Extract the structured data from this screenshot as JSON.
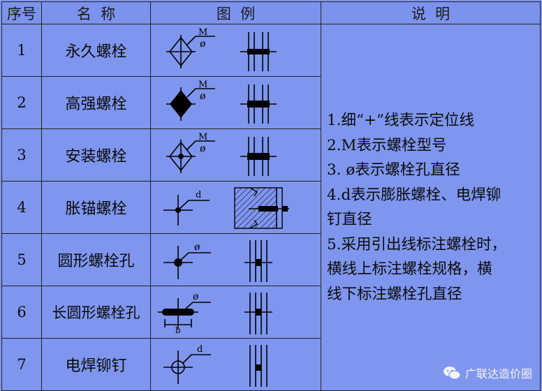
{
  "headers": {
    "seq": "序号",
    "name": "名  称",
    "figure": "图  例",
    "note": "说  明"
  },
  "rows": [
    {
      "seq": "1",
      "name": "永久螺栓",
      "label": "M",
      "sub": "ø"
    },
    {
      "seq": "2",
      "name": "高强螺栓",
      "label": "M",
      "sub": "ø"
    },
    {
      "seq": "3",
      "name": "安装螺栓",
      "label": "M",
      "sub": "ø"
    },
    {
      "seq": "4",
      "name": "胀锚螺栓",
      "label": "d"
    },
    {
      "seq": "5",
      "name": "圆形螺栓孔",
      "label": "ø"
    },
    {
      "seq": "6",
      "name": "长圆形螺栓孔",
      "label": "ø",
      "sub": "b"
    },
    {
      "seq": "7",
      "name": "电焊铆钉",
      "label": "d"
    }
  ],
  "notes": [
    "1.细“+”线表示定位线",
    "2.M表示螺栓型号",
    "3. ø表示螺栓孔直径",
    "4.d表示膨胀螺栓、电焊铆",
    "钉直径",
    "5.采用引出线标注螺栓时，",
    "横线上标注螺栓规格，横",
    "线下标注螺栓孔直径"
  ],
  "watermark": {
    "text": "广联达造价圈",
    "icon": "wechat-icon"
  }
}
